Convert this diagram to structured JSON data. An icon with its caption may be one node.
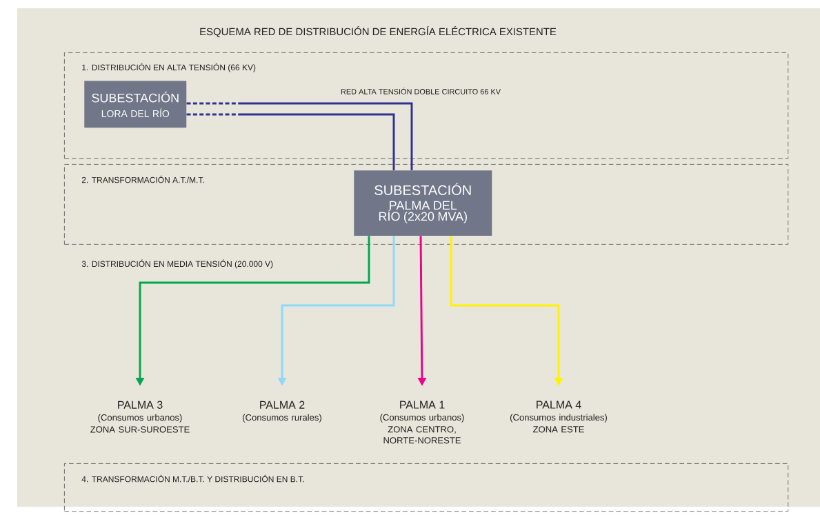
{
  "diagram": {
    "title": "ESQUEMA RED DE DISTRIBUCIÓN DE ENERGÍA ELÉCTRICA EXISTENTE",
    "nodes": [
      {
        "text": [
          "1. DISTRIBUCIÓN EN ALTA TENSIÓN (66 KV)"
        ]
      },
      {
        "text": [
          "SUBESTACIÓN",
          "LORA DEL RÍO"
        ],
        "in": 0
      },
      {
        "text": [
          "2. TRANSFORMACIÓN A.T./M.T."
        ]
      },
      {
        "text": [
          "SUBESTACIÓN",
          "PALMA DEL RÍO (2x20 MVA)"
        ],
        "in": 2
      },
      {
        "text": [
          "PALMA 3",
          "(Consumos urbanos)",
          "ZONA SUR-SUROESTE"
        ]
      },
      {
        "text": [
          "PALMA 2",
          "(Consumos rurales)"
        ]
      },
      {
        "text": [
          "PALMA 1",
          "(Consumos urbanos)",
          "ZONA CENTRO, NORTE-NORESTE"
        ]
      },
      {
        "text": [
          "PALMA 4",
          "(Consumos industriales)",
          "ZONA ESTE"
        ]
      },
      {
        "text": [
          "4. TRANSFORMACIÓN M.T./B.T. Y DISTRIBUCIÓN EN B.T."
        ]
      }
    ],
    "edges": [
      {
        "from": 1,
        "to": 3,
        "arrow": "none",
        "style": "dashed",
        "color": "#2e3192",
        "label": "RED ALTA TENSIÓN DOBLE CIRCUITO 66 KV"
      },
      {
        "from": 1,
        "to": 3,
        "arrow": "none",
        "style": "dashed",
        "color": "#2e3192"
      },
      {
        "from": 3,
        "to": 4,
        "arrow": "to",
        "color": "#00a651"
      },
      {
        "from": 3,
        "to": 5,
        "arrow": "to",
        "color": "#8ed8f8"
      },
      {
        "from": 3,
        "to": 6,
        "arrow": "to",
        "color": "#ec008c"
      },
      {
        "from": 3,
        "to": 7,
        "arrow": "to",
        "color": "#fff200"
      }
    ],
    "labels": [
      "3. DISTRIBUCIÓN EN MEDIA TENSIÓN (20.000 V)"
    ]
  }
}
